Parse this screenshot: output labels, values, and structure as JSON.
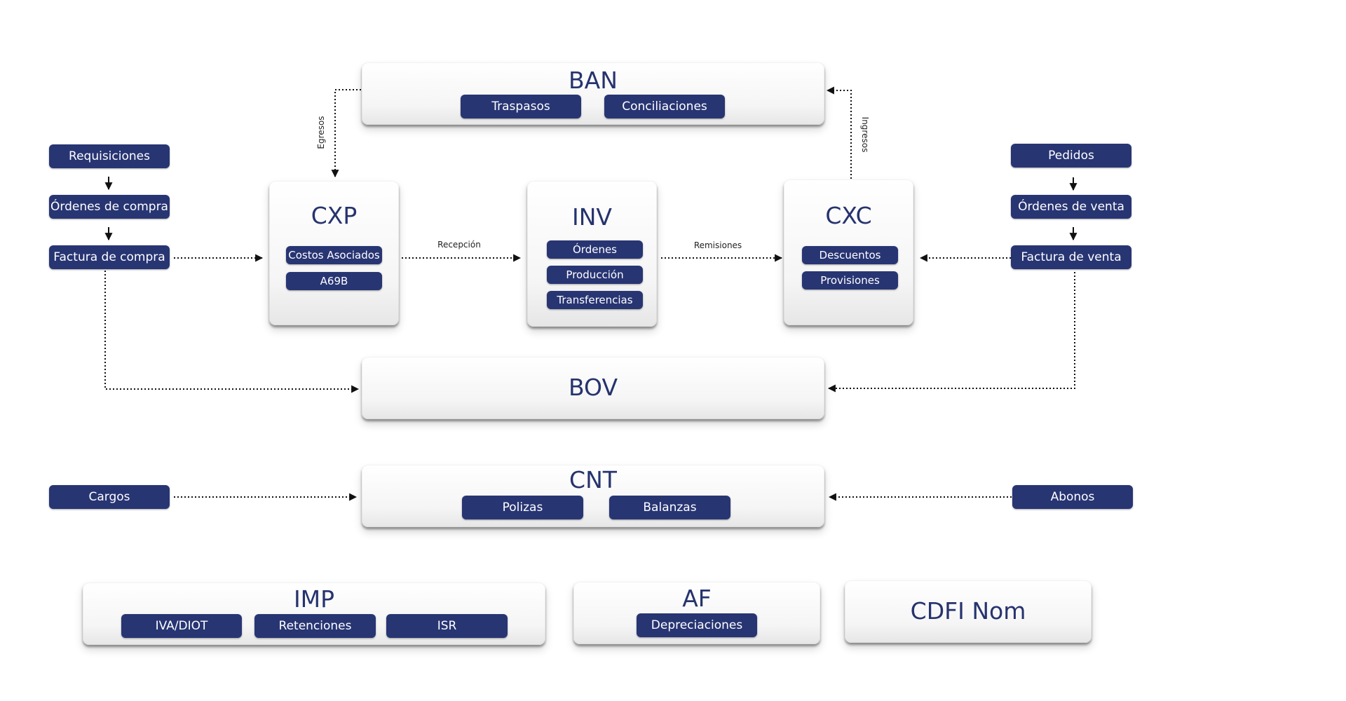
{
  "modules": {
    "ban": {
      "title": "BAN",
      "items": [
        "Traspasos",
        "Conciliaciones"
      ]
    },
    "cxp": {
      "title": "CXP",
      "items": [
        "Costos Asociados",
        "A69B"
      ]
    },
    "inv": {
      "title": "INV",
      "items": [
        "Órdenes",
        "Producción",
        "Transferencias"
      ]
    },
    "cxc": {
      "title": "CXC",
      "items": [
        "Descuentos",
        "Provisiones"
      ]
    },
    "bov": {
      "title": "BOV"
    },
    "cnt": {
      "title": "CNT",
      "items": [
        "Polizas",
        "Balanzas"
      ]
    },
    "imp": {
      "title": "IMP",
      "items": [
        "IVA/DIOT",
        "Retenciones",
        "ISR"
      ]
    },
    "af": {
      "title": "AF",
      "items": [
        "Depreciaciones"
      ]
    },
    "cdfi": {
      "title": "CDFI Nom"
    }
  },
  "purchase_flow": [
    "Requisiciones",
    "Órdenes de compra",
    "Factura de compra"
  ],
  "sales_flow": [
    "Pedidos",
    "Órdenes de venta",
    "Factura de venta"
  ],
  "cargos": "Cargos",
  "abonos": "Abonos",
  "edge_labels": {
    "egresos": "Egresos",
    "ingresos": "Ingresos",
    "recepcion": "Recepción",
    "remisiones": "Remisiones"
  },
  "colors": {
    "pill": "#283573",
    "title": "#26336e",
    "box_top": "#ffffff",
    "box_bottom": "#e6e6e6",
    "connector": "#111111"
  }
}
